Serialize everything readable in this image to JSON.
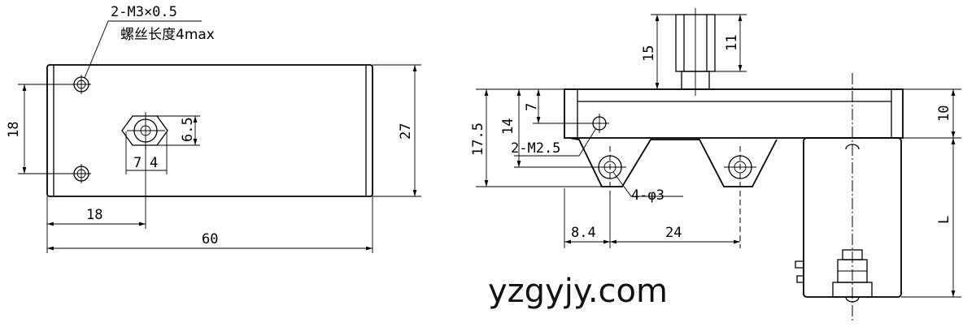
{
  "left_view": {
    "thread_note_line1": "2-M3×0.5",
    "thread_note_line2": "螺丝长度4max",
    "dim_hole_spacing": "18",
    "dim_height": "27",
    "dim_hex_vertical": "6.5",
    "dim_hex_a": "7",
    "dim_hex_b": "4",
    "dim_hex_offset": "18",
    "dim_total_length": "60"
  },
  "right_view": {
    "dim_plunger_total": "15",
    "dim_plunger_hex": "11",
    "dim_top_offset": "7",
    "dim_overall_height": "17.5",
    "dim_mid_height": "14",
    "dim_body_height": "10",
    "thread_note": "2-M2.5",
    "hole_note": "4-φ3",
    "dim_edge_offset": "8.4",
    "dim_hole_pitch": "24",
    "dim_length_var": "L"
  },
  "watermark": "yzgyjy.com"
}
